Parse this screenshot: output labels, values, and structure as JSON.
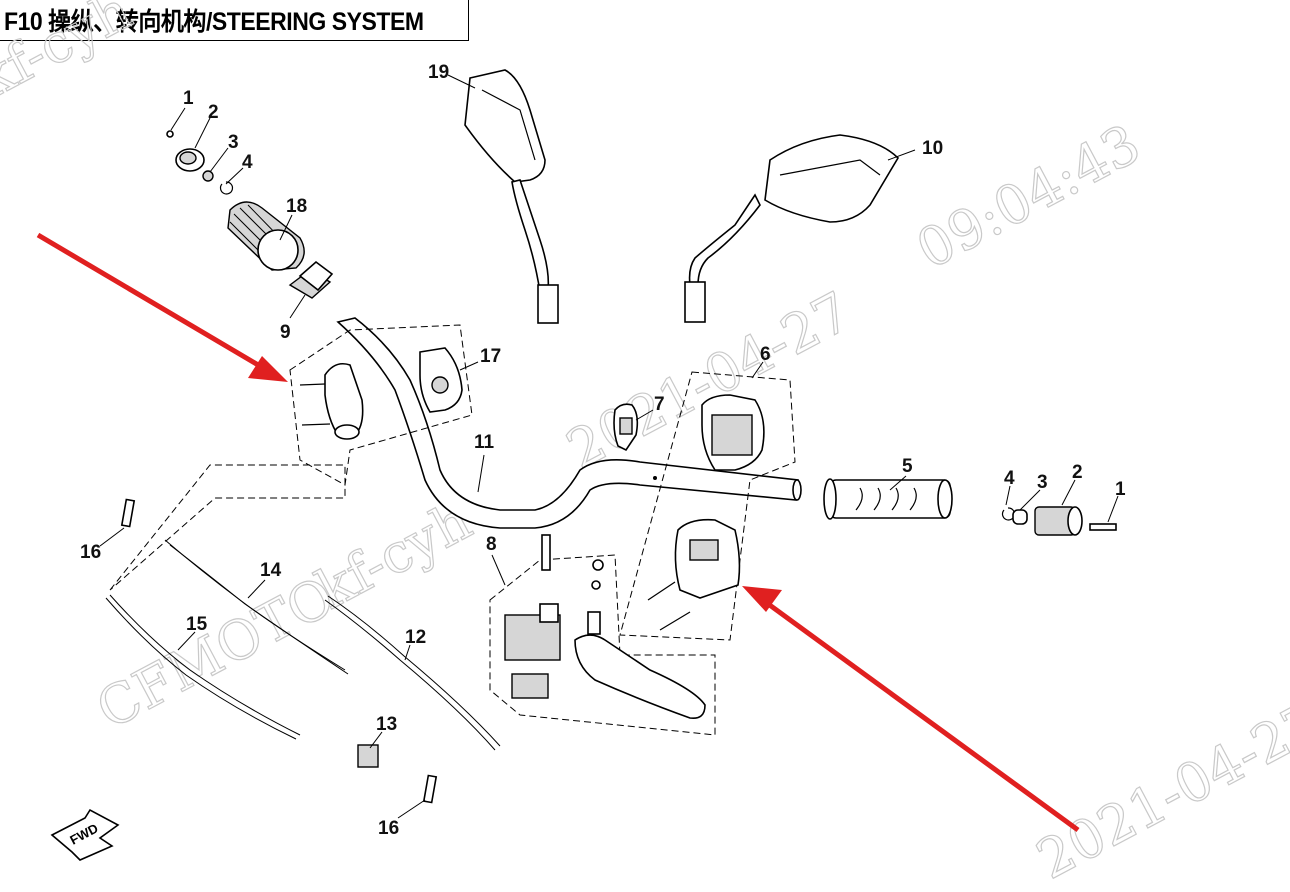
{
  "title": "F10 操纵、转向机构/STEERING SYSTEM",
  "watermarks": {
    "brand": "CFMOTO",
    "user": "kf-cyh",
    "date": "2021-04-27",
    "time": "09:04:43"
  },
  "fwd_label": "FWD",
  "callouts": {
    "c1_left": "1",
    "c2_left": "2",
    "c3_left": "3",
    "c4_left": "4",
    "c18": "18",
    "c9": "9",
    "c17": "17",
    "c19": "19",
    "c10": "10",
    "c6": "6",
    "c7": "7",
    "c11": "11",
    "c5": "5",
    "c4_right": "4",
    "c3_right": "3",
    "c2_right": "2",
    "c1_right": "1",
    "c16_top": "16",
    "c14": "14",
    "c15": "15",
    "c8": "8",
    "c12": "12",
    "c13": "13",
    "c16_bottom": "16"
  },
  "colors": {
    "arrow": "#e02020",
    "ink": "#000000",
    "watermark": "#c9c9c9"
  }
}
